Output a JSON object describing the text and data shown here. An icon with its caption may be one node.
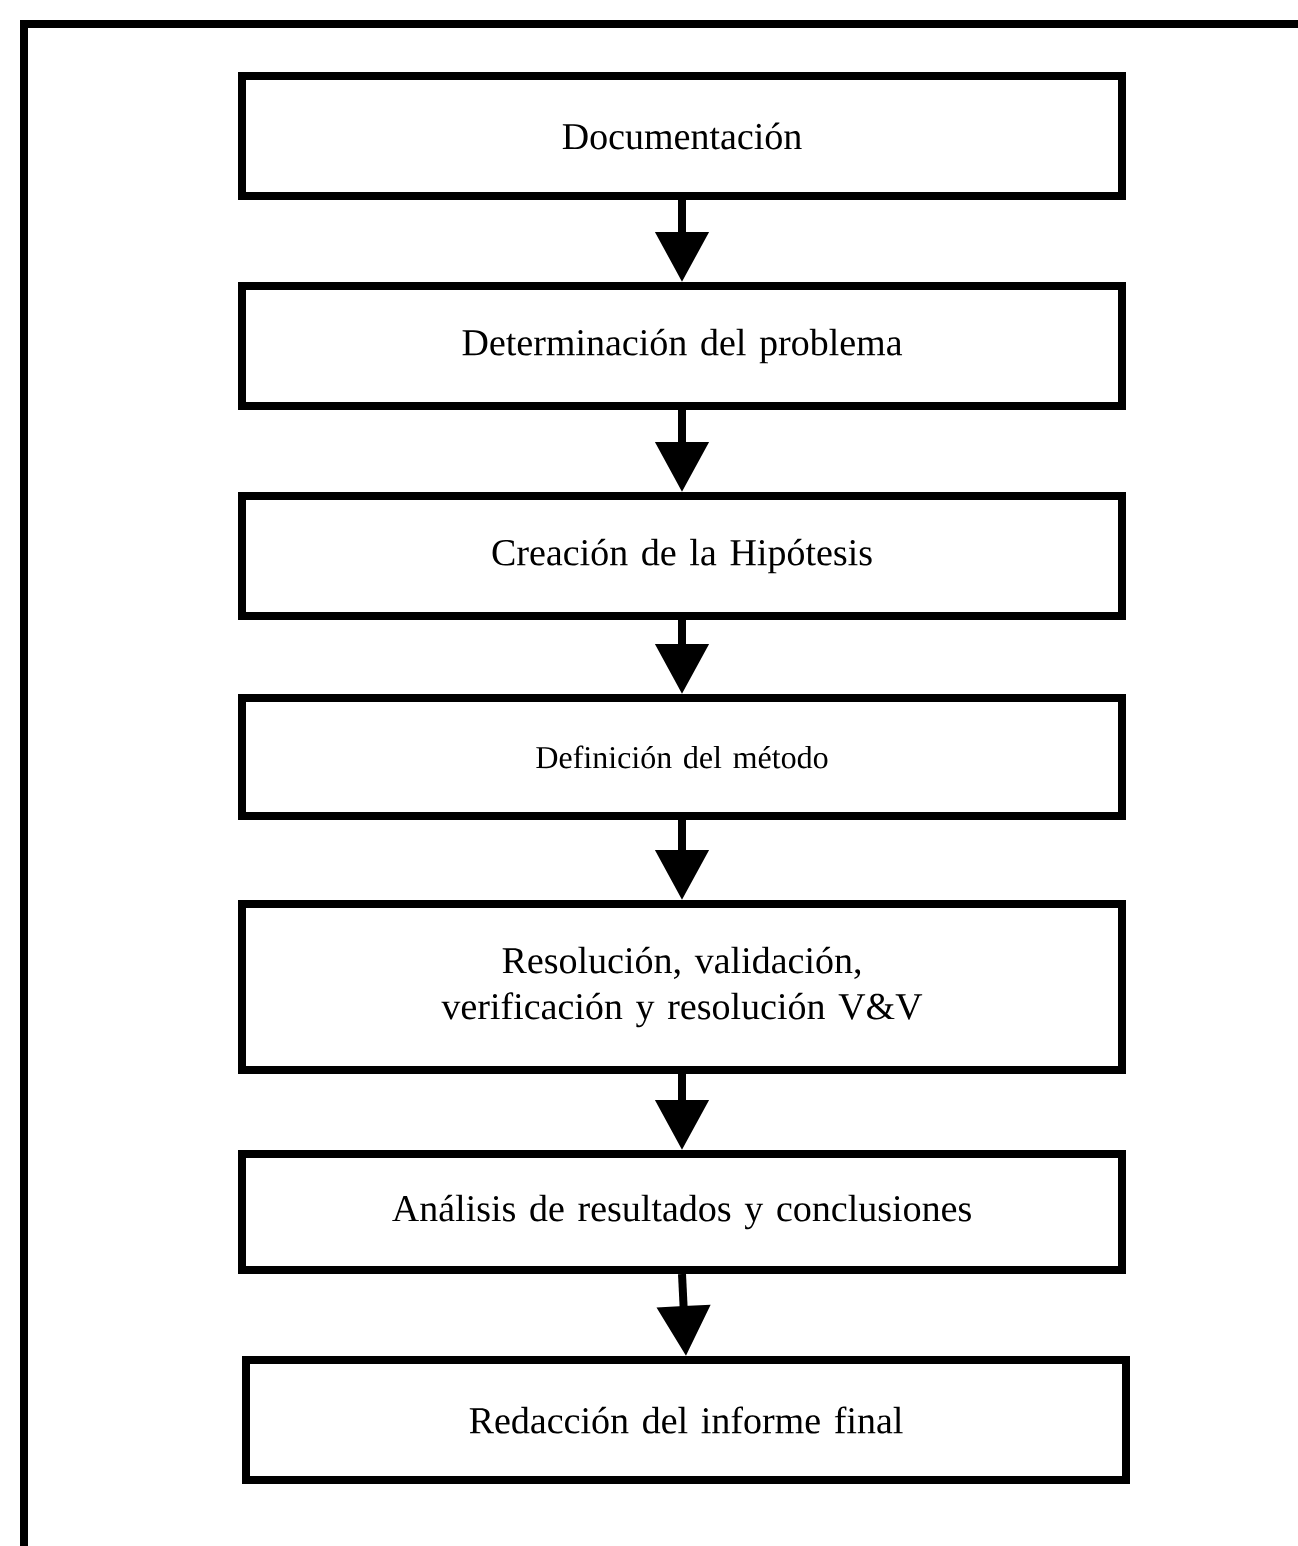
{
  "diagram": {
    "nodes": [
      {
        "text": [
          "Documentación"
        ]
      },
      {
        "text": [
          "Determinación del problema"
        ]
      },
      {
        "text": [
          "Creación de la Hipótesis"
        ]
      },
      {
        "text": [
          "Definición del método"
        ]
      },
      {
        "text": [
          "Resolución, validación, verificación y resolución V&V"
        ]
      },
      {
        "text": [
          "Análisis de resultados y conclusiones"
        ]
      },
      {
        "text": [
          "Redacción del informe final"
        ]
      }
    ],
    "edges": [
      {
        "from": 0,
        "to": 1,
        "arrow": "to"
      },
      {
        "from": 1,
        "to": 2,
        "arrow": "to"
      },
      {
        "from": 2,
        "to": 3,
        "arrow": "to"
      },
      {
        "from": 3,
        "to": 4,
        "arrow": "to"
      },
      {
        "from": 4,
        "to": 5,
        "arrow": "to"
      },
      {
        "from": 5,
        "to": 6,
        "arrow": "to"
      }
    ]
  }
}
